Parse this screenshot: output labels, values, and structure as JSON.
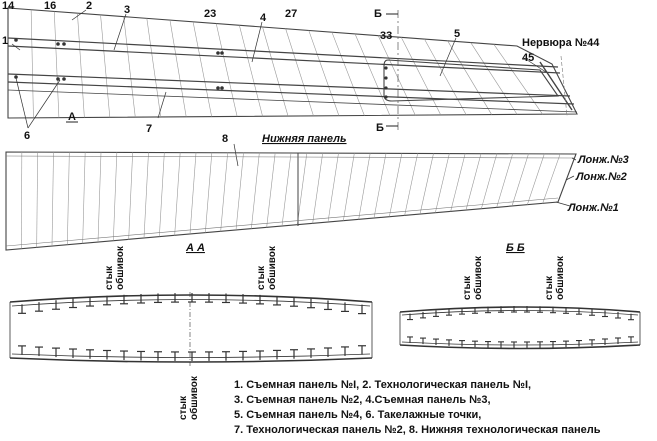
{
  "callouts": {
    "c1": "1",
    "c2": "2",
    "c3": "3",
    "c4": "4",
    "c5": "5",
    "c6": "6",
    "c7": "7",
    "c8": "8",
    "c14": "14",
    "c16": "16",
    "c23": "23",
    "c27": "27",
    "c33": "33",
    "c45": "45"
  },
  "titles": {
    "rib44": "Нервюра №44",
    "lower_panel": "Нижняя панель",
    "section_aa": "А А",
    "section_bb": "Б Б",
    "cut_a": "А",
    "cut_b_top": "Б",
    "cut_b_bottom": "Б"
  },
  "spars": {
    "spar3": "Лонж.№3",
    "spar2": "Лонж.№2",
    "spar1": "Лонж.№1"
  },
  "joint": {
    "line1": "стык",
    "line2": "обшивок"
  },
  "legend": {
    "line1": "1. Съемная панель №I, 2. Технологическая панель №I,",
    "line2": "3. Съемная панель №2, 4.Съемная панель №3,",
    "line3": "5. Съемная панель №4, 6. Такелажные точки,",
    "line4": "7. Технологическая панель №2, 8. Нижняя технологическая панель"
  }
}
